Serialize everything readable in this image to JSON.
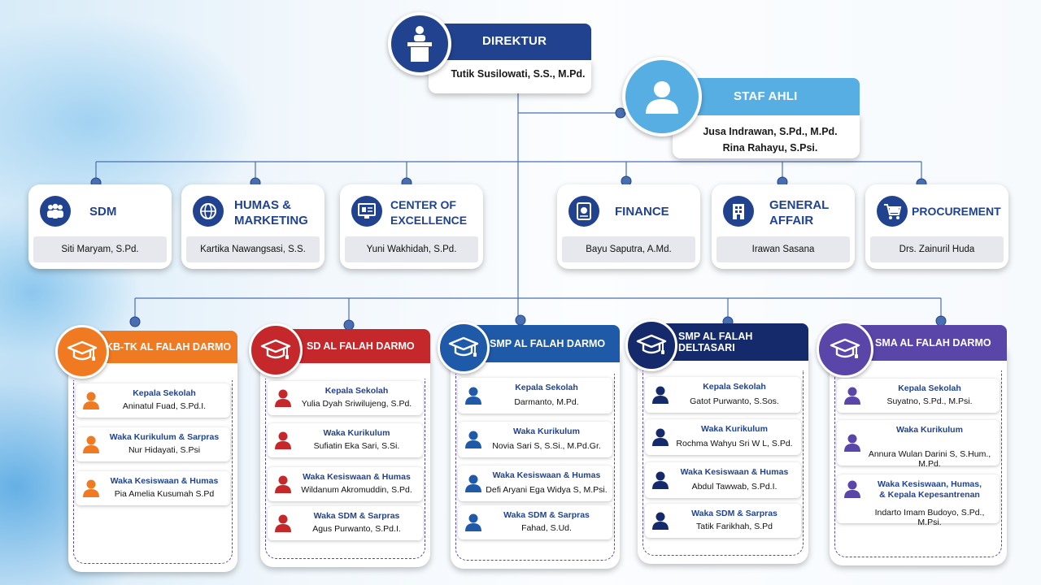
{
  "director": {
    "title": "DIREKTUR",
    "name": "Tutik Susilowati, S.S., M.Pd."
  },
  "staf_ahli": {
    "title": "STAF AHLI",
    "names": [
      "Jusa Indrawan, S.Pd., M.Pd.",
      "Rina Rahayu, S.Psi."
    ]
  },
  "departments": [
    {
      "title": "SDM",
      "name": "Siti Maryam, S.Pd.",
      "icon": "people-icon"
    },
    {
      "title": "HUMAS &\nMARKETING",
      "name": "Kartika Nawangsasi, S.S.",
      "icon": "globe-icon"
    },
    {
      "title": "CENTER OF\nEXCELLENCE",
      "name": "Yuni Wakhidah, S.Pd.",
      "icon": "monitor-icon"
    },
    {
      "title": "FINANCE",
      "name": "Bayu Saputra, A.Md.",
      "icon": "finance-icon"
    },
    {
      "title": "GENERAL\nAFFAIR",
      "name": "Irawan Sasana",
      "icon": "building-icon"
    },
    {
      "title": "PROCUREMENT",
      "name": "Drs. Zainuril Huda",
      "icon": "cart-icon"
    }
  ],
  "schools": [
    {
      "title": "KB-TK AL FALAH DARMO",
      "color": "#f07a22",
      "roles": [
        {
          "title": "Kepala Sekolah",
          "name": "Aninatul Fuad, S.Pd.I."
        },
        {
          "title": "Waka Kurikulum & Sarpras",
          "name": "Nur Hidayati, S.Psi"
        },
        {
          "title": "Waka Kesiswaan & Humas",
          "name": "Pia Amelia Kusumah S.Pd"
        }
      ]
    },
    {
      "title": "SD AL FALAH DARMO",
      "color": "#c5282b",
      "roles": [
        {
          "title": "Kepala Sekolah",
          "name": "Yulia Dyah Sriwilujeng, S.Pd."
        },
        {
          "title": "Waka Kurikulum",
          "name": "Sufiatin Eka Sari, S.Si."
        },
        {
          "title": "Waka Kesiswaan & Humas",
          "name": "Wildanum Akromuddin, S.Pd."
        },
        {
          "title": "Waka SDM & Sarpras",
          "name": "Agus Purwanto, S.Pd.I."
        }
      ]
    },
    {
      "title": "SMP AL FALAH DARMO",
      "color": "#1f5aa8",
      "roles": [
        {
          "title": "Kepala Sekolah",
          "name": "Darmanto, M.Pd."
        },
        {
          "title": "Waka Kurikulum",
          "name": "Novia Sari S, S.Si., M.Pd.Gr."
        },
        {
          "title": "Waka Kesiswaan & Humas",
          "name": "Defi Aryani Ega Widya S, M.Psi."
        },
        {
          "title": "Waka SDM & Sarpras",
          "name": "Fahad, S.Ud."
        }
      ]
    },
    {
      "title": "SMP AL FALAH DELTASARI",
      "color": "#152a6a",
      "roles": [
        {
          "title": "Kepala Sekolah",
          "name": "Gatot Purwanto, S.Sos."
        },
        {
          "title": "Waka Kurikulum",
          "name": "Rochma Wahyu Sri W L, S.Pd."
        },
        {
          "title": "Waka Kesiswaan & Humas",
          "name": "Abdul Tawwab, S.Pd.I."
        },
        {
          "title": "Waka SDM & Sarpras",
          "name": "Tatik Farikhah, S.Pd"
        }
      ]
    },
    {
      "title": "SMA AL FALAH DARMO",
      "color": "#5a45a8",
      "roles": [
        {
          "title": "Kepala Sekolah",
          "name": "Suyatno, S.Pd., M.Psi."
        },
        {
          "title": "Waka Kurikulum",
          "name": "Annura Wulan Darini S, S.Hum., M.Pd."
        },
        {
          "title": "Waka Kesiswaan, Humas,\n& Kepala Kepesantrenan",
          "name": "Indarto Imam Budoyo, S.Pd., M.Psi."
        }
      ]
    }
  ],
  "colors": {
    "navy": "#21438f",
    "light_blue": "#56aee3",
    "line": "#4a6fb0"
  }
}
